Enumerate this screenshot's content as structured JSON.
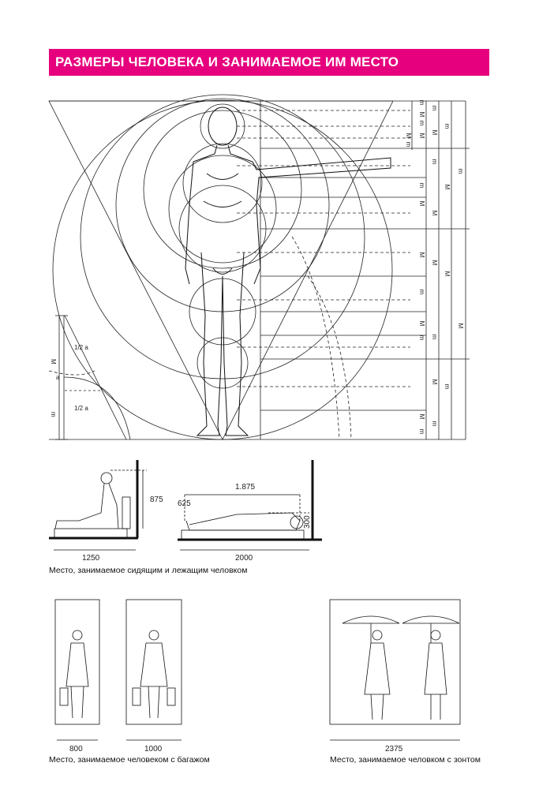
{
  "header": {
    "title": "РАЗМЕРЫ ЧЕЛОВЕКА И ЗАНИМАЕМОЕ ИМ МЕСТО"
  },
  "main_diagram": {
    "right_scale_labels": {
      "col_a": [
        "M",
        "m"
      ],
      "col_b": [
        "m",
        "M",
        "m",
        "M",
        "m",
        "M",
        "M",
        "m",
        "M",
        "m",
        "M",
        "m"
      ],
      "col_c": [
        "m",
        "M",
        "m",
        "M",
        "M",
        "m",
        "M",
        "m"
      ],
      "col_d": [
        "m",
        "M",
        "M",
        "m"
      ],
      "col_e": [
        "m",
        "M"
      ]
    },
    "left_scale": {
      "labels": [
        "M",
        "a",
        "m"
      ],
      "half_a_top": "1/2 a",
      "half_a_bottom": "1/2 a"
    }
  },
  "seated_lying": {
    "seated_height": "875",
    "seated_width": "1250",
    "lying_length": "1.875",
    "lying_raise": "625",
    "lying_head": "300",
    "lying_width": "2000",
    "caption": "Место, занимаемое  сидящим и лежащим человком"
  },
  "luggage": {
    "width_1": "800",
    "width_2": "1000",
    "caption": "Место, занимаемое человеком с багажом"
  },
  "umbrella": {
    "width": "2375",
    "caption": "Место, занимаемое человком с зонтом"
  }
}
